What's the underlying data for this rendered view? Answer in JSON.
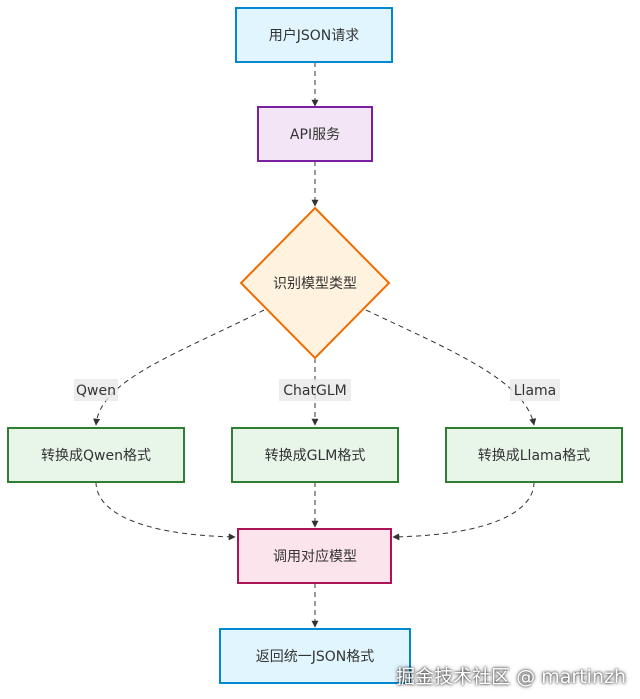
{
  "nodes": {
    "request": {
      "label": "用户JSON请求",
      "fill": "#e1f5fe",
      "stroke": "#0288d1"
    },
    "api": {
      "label": "API服务",
      "fill": "#f3e5f5",
      "stroke": "#7b1fa2"
    },
    "identify": {
      "label": "识别模型类型",
      "fill": "#fff3e0",
      "stroke": "#ef6c00"
    },
    "to_qwen": {
      "label": "转换成Qwen格式",
      "fill": "#e8f5e9",
      "stroke": "#2e7d32"
    },
    "to_glm": {
      "label": "转换成GLM格式",
      "fill": "#e8f5e9",
      "stroke": "#2e7d32"
    },
    "to_llama": {
      "label": "转换成Llama格式",
      "fill": "#e8f5e9",
      "stroke": "#2e7d32"
    },
    "call_model": {
      "label": "调用对应模型",
      "fill": "#fce4ec",
      "stroke": "#ad1457"
    },
    "response": {
      "label": "返回统一JSON格式",
      "fill": "#e1f5fe",
      "stroke": "#0288d1"
    }
  },
  "edge_labels": {
    "qwen": "Qwen",
    "chatglm": "ChatGLM",
    "llama": "Llama"
  },
  "watermark": "掘金技术社区 @ martinzh"
}
